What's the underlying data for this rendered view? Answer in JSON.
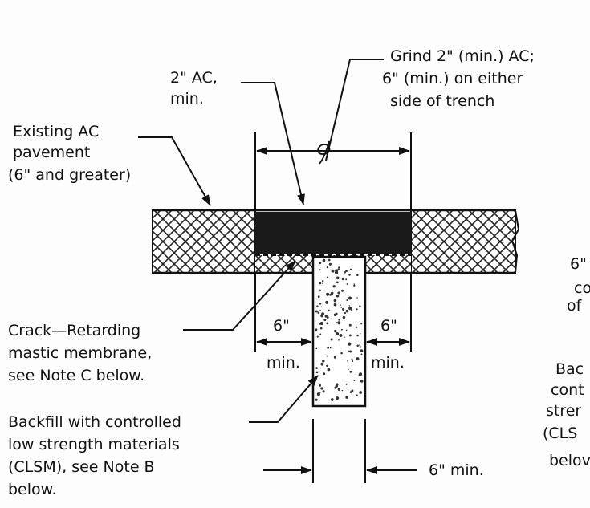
{
  "labels": {
    "ac_min": [
      "2\" AC,",
      "min."
    ],
    "grind": [
      "Grind 2\" (min.) AC;",
      "6\" (min.) on either",
      "side of trench"
    ],
    "existing": [
      "Existing AC",
      "pavement",
      "(6\" and greater)"
    ],
    "crack": [
      "Crack—Retarding",
      "mastic membrane,",
      "see Note C below."
    ],
    "backfill": [
      "Backfill with controlled",
      "low strength materials",
      "(CLSM), see Note B",
      "below."
    ],
    "dim_left": [
      "6\"",
      "min."
    ],
    "dim_right": [
      "6\"",
      "min."
    ],
    "dim_bottom": "6\" min.",
    "right_a": [
      "6\"",
      "co",
      "of"
    ],
    "right_b": [
      "Bac",
      "cont",
      "strer",
      "(CLS",
      "belov"
    ]
  },
  "colors": {
    "line": "#111111",
    "ac_fill": "#1a1a1a",
    "hatch": "#222222",
    "clsm_dots": "#333333"
  }
}
